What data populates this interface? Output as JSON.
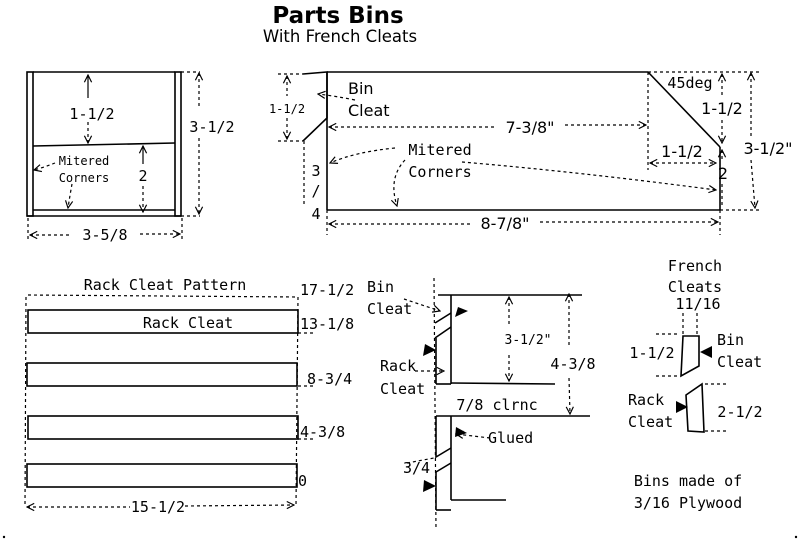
{
  "title": "Parts Bins",
  "subtitle": "With French Cleats",
  "bin_front": {
    "top_height": "1-1/2",
    "bottom_height": "2",
    "total_height": "3-1/2",
    "width": "3-5/8",
    "corner_line1": "Mitered",
    "corner_line2": "Corners"
  },
  "bin_side": {
    "cleat_height": "1-1/2",
    "bin_cleat_line1": "Bin",
    "bin_cleat_line2": "Cleat",
    "top_length": "7-3/8\"",
    "angle": "45deg",
    "slope_height": "1-1/2",
    "bottom_height": "1-1/2",
    "end_height": "2",
    "total_height": "3-1/2\"",
    "thickness_top": "3",
    "thickness_slash": "/",
    "thickness_bottom": "4",
    "corner_line1": "Mitered",
    "corner_line2": "Corners",
    "length": "8-7/8\""
  },
  "rack": {
    "title": "Rack Cleat Pattern",
    "cleat_label": "Rack Cleat",
    "heights": [
      "17-1/2",
      "13-1/8",
      "8-3/4",
      "4-3/8",
      "0"
    ],
    "width": "15-1/2"
  },
  "section": {
    "bin_cleat_line1": "Bin",
    "bin_cleat_line2": "Cleat",
    "rack_cleat_line1": "Rack",
    "rack_cleat_line2": "Cleat",
    "inner_height": "3-1/2\"",
    "outer_height": "4-3/8",
    "clearance": "7/8 clrnc",
    "glued": "Glued",
    "thickness": "3/4"
  },
  "cleats": {
    "title_line1": "French",
    "title_line2": "Cleats",
    "width": "11/16",
    "bin_cleat_height": "1-1/2",
    "bin_cleat_line1": "Bin",
    "bin_cleat_line2": "Cleat",
    "rack_cleat_line1": "Rack",
    "rack_cleat_line2": "Cleat",
    "rack_cleat_height": "2-1/2"
  },
  "note_line1": "Bins made of",
  "note_line2": "3/16 Plywood"
}
